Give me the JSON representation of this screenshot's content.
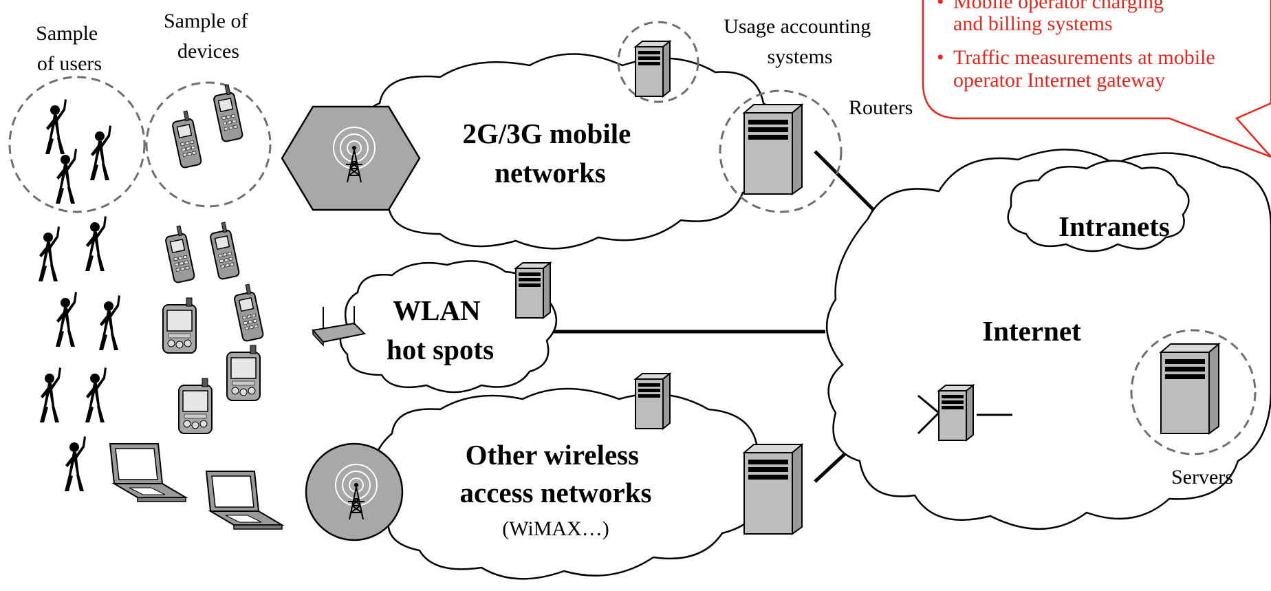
{
  "labels": {
    "sample_users": [
      "Sample",
      "of users"
    ],
    "sample_devices": [
      "Sample of",
      "devices"
    ],
    "usage_accounting": [
      "Usage accounting",
      "systems"
    ],
    "routers": "Routers",
    "servers": "Servers",
    "intranets": "Intranets",
    "internet": "Internet"
  },
  "networks": {
    "mobile": [
      "2G/3G mobile",
      "networks"
    ],
    "wlan": [
      "WLAN",
      "hot spots"
    ],
    "other": [
      "Other wireless",
      "access networks"
    ],
    "other_note": "(WiMAX…)"
  },
  "callout": {
    "bullet": "•",
    "items": [
      [
        "Mobile operator charging",
        "and billing systems"
      ],
      [
        "Traffic measurements at mobile",
        "operator Internet gateway"
      ]
    ],
    "color": "#e8261b"
  },
  "colors": {
    "device_gray": "#bdbdbd",
    "dashed_outline": "#6e6e6e",
    "callout_red": "#e8261b"
  }
}
